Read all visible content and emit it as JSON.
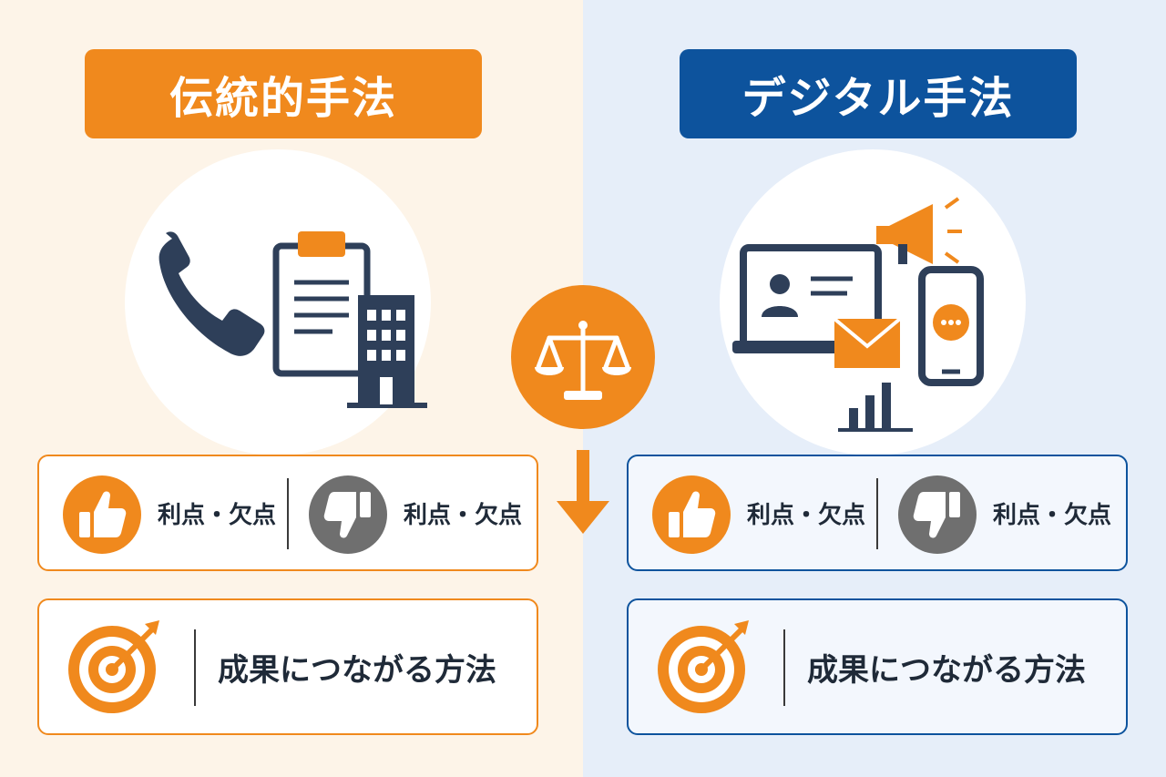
{
  "left": {
    "title": "伝統的手法",
    "pros_cons": [
      "利点・欠点",
      "利点・欠点"
    ],
    "result": "成果につながる方法"
  },
  "right": {
    "title": "デジタル手法",
    "pros_cons": [
      "利点・欠点",
      "利点・欠点"
    ],
    "result": "成果につながる方法"
  },
  "colors": {
    "orange": "#f0891d",
    "navy": "#0d539d",
    "dark_icon": "#2e3f59",
    "gray": "#6f6f6f"
  },
  "icons": {
    "left_illustration": [
      "phone-icon",
      "clipboard-icon",
      "building-icon"
    ],
    "right_illustration": [
      "laptop-icon",
      "megaphone-icon",
      "smartphone-icon",
      "envelope-icon",
      "bar-chart-icon"
    ],
    "center": "balance-scale-icon"
  }
}
